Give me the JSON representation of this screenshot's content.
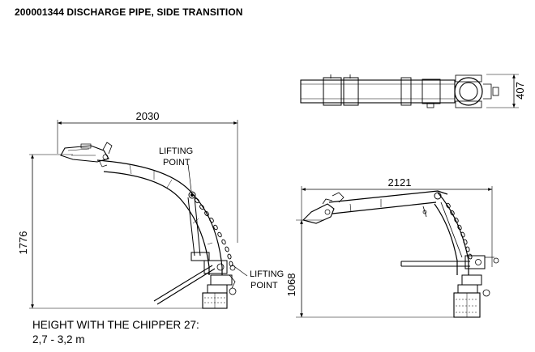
{
  "title": "200001344  DISCHARGE PIPE, SIDE TRANSITION",
  "left_view": {
    "width_dim": "2030",
    "height_dim": "1776",
    "label_lifting_top_1": "LIFTING",
    "label_lifting_top_2": "POINT",
    "label_lifting_bottom_1": "LIFTING",
    "label_lifting_bottom_2": "POINT"
  },
  "top_view": {
    "height_dim": "407"
  },
  "right_view": {
    "width_dim": "2121",
    "height_dim": "1068"
  },
  "note": {
    "line1": "HEIGHT WITH THE CHIPPER 27:",
    "line2": "2,7 - 3,2 m"
  }
}
